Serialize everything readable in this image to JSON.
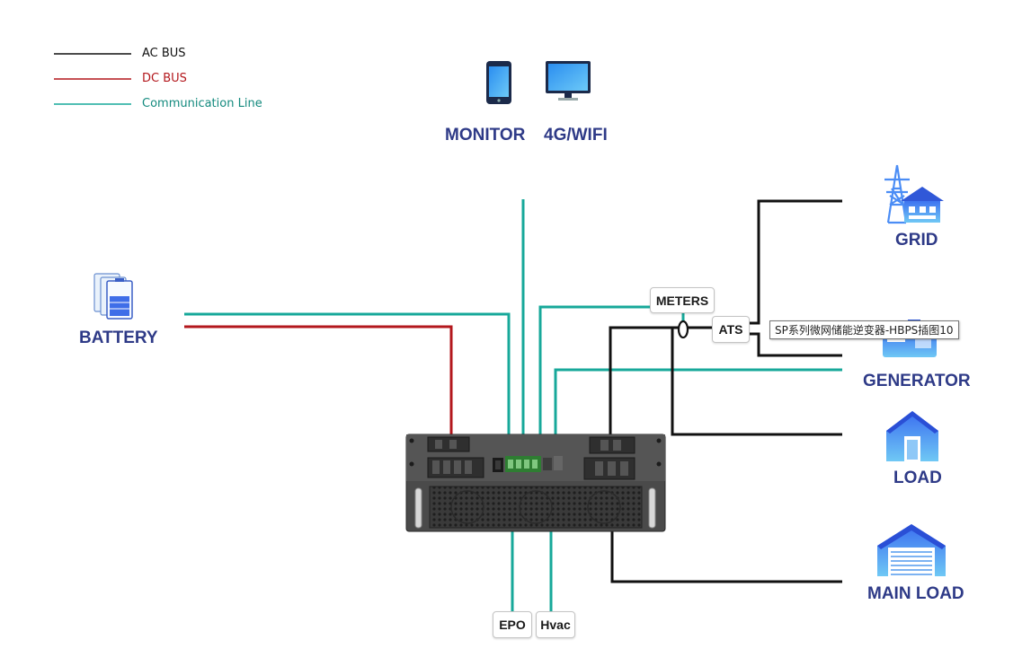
{
  "legend": {
    "items": [
      {
        "label": "AC BUS",
        "color": "#111111"
      },
      {
        "label": "DC BUS",
        "color": "#b3171c"
      },
      {
        "label": "Communication Line",
        "color": "#17a89a"
      }
    ]
  },
  "nodes": {
    "monitor": {
      "label": "MONITOR",
      "icon": "smartphone-icon"
    },
    "wifi": {
      "label": "4G/WIFI",
      "icon": "desktop-monitor-icon"
    },
    "battery": {
      "label": "BATTERY",
      "icon": "battery-icon"
    },
    "grid": {
      "label": "GRID",
      "icon": "power-tower-house-icon"
    },
    "generator": {
      "label": "GENERATOR",
      "icon": "generator-icon"
    },
    "load": {
      "label": "LOAD",
      "icon": "house-door-icon"
    },
    "main_load": {
      "label": "MAIN LOAD",
      "icon": "garage-icon"
    }
  },
  "tags": {
    "meters": "METERS",
    "ats": "ATS",
    "epo": "EPO",
    "hvac": "Hvac"
  },
  "inverter": {
    "icon": "rack-inverter-icon"
  },
  "tooltip": "SP系列微网储能逆变器-HBPS插图10",
  "colors": {
    "ac_bus": "#111111",
    "dc_bus": "#b3171c",
    "comm_line": "#17a89a",
    "label_navy": "#2e3a87",
    "icon_blue": "#2f6ee8"
  }
}
